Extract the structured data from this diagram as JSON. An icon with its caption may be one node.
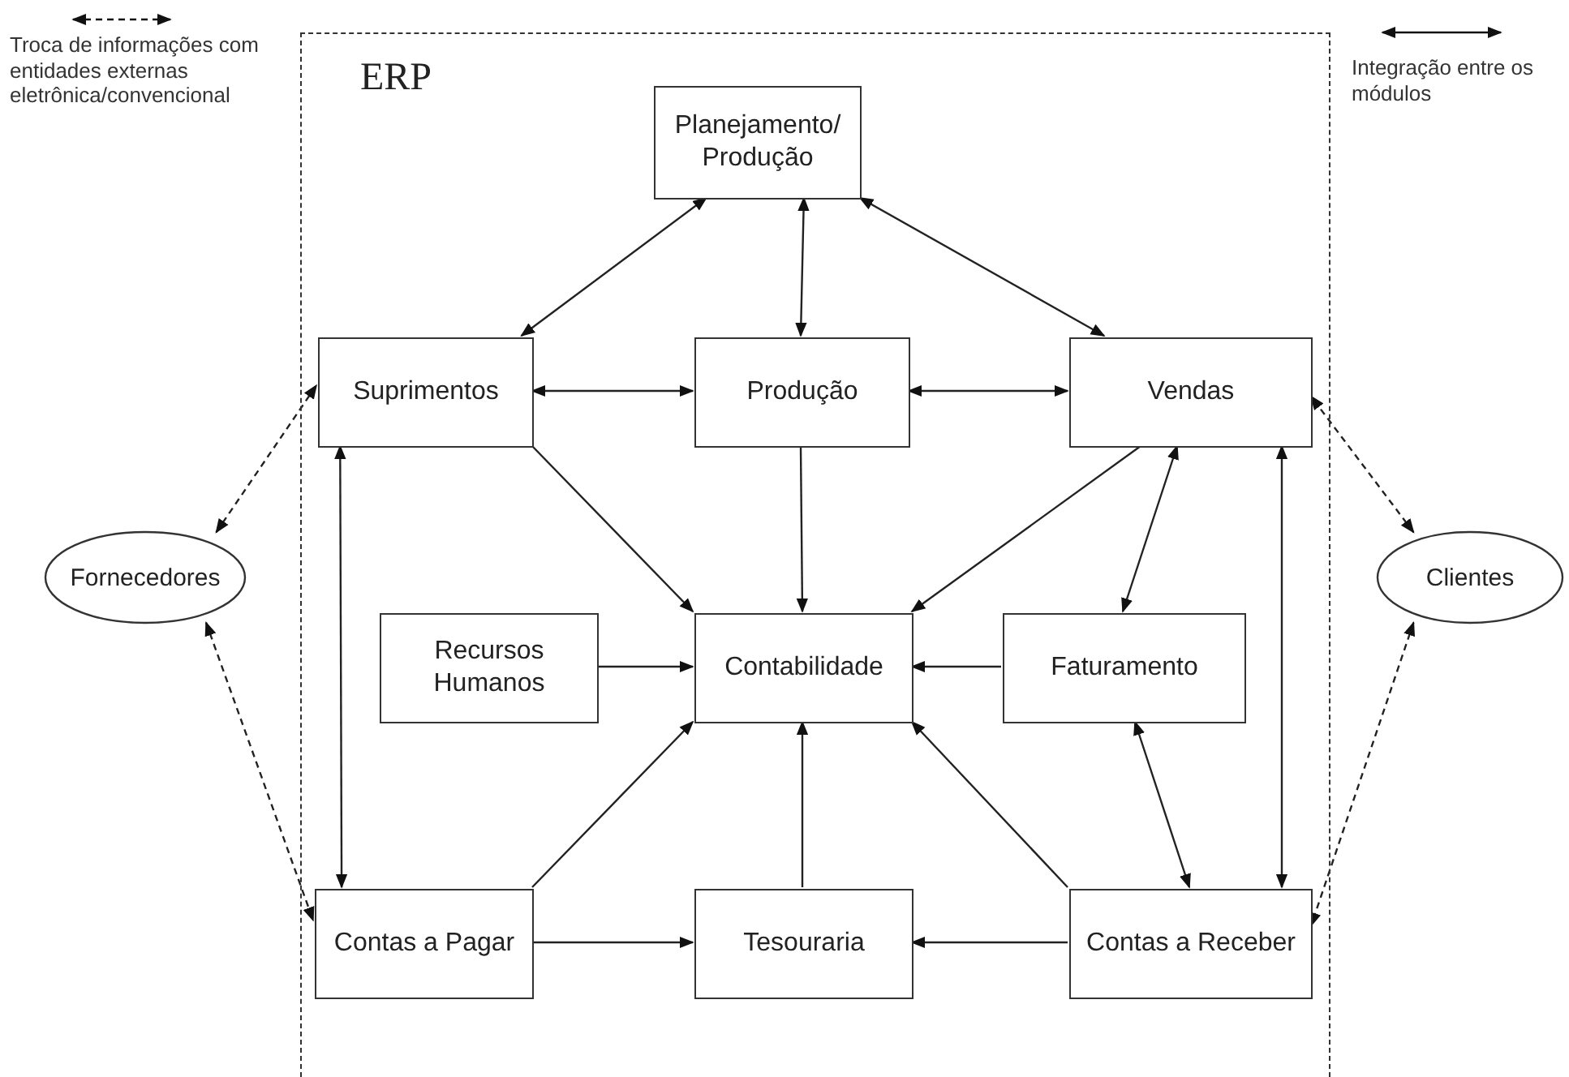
{
  "diagram": {
    "nodes": [
      {
        "text": [
          "ERP"
        ]
      },
      {
        "text": [
          "Planejamento/ Produção"
        ],
        "in": 0
      },
      {
        "text": [
          "Suprimentos"
        ],
        "in": 0
      },
      {
        "text": [
          "Produção"
        ],
        "in": 0
      },
      {
        "text": [
          "Vendas"
        ],
        "in": 0
      },
      {
        "text": [
          "Recursos Humanos"
        ],
        "in": 0
      },
      {
        "text": [
          "Contabilidade"
        ],
        "in": 0
      },
      {
        "text": [
          "Faturamento"
        ],
        "in": 0
      },
      {
        "text": [
          "Contas a Pagar"
        ],
        "in": 0
      },
      {
        "text": [
          "Tesouraria"
        ],
        "in": 0
      },
      {
        "text": [
          "Contas a Receber"
        ],
        "in": 0
      },
      {
        "text": [
          "Fornecedores"
        ]
      },
      {
        "text": [
          "Clientes"
        ]
      }
    ],
    "edges": [
      {
        "from": 1,
        "to": 2,
        "arrow": "both"
      },
      {
        "from": 1,
        "to": 3,
        "arrow": "both"
      },
      {
        "from": 1,
        "to": 4,
        "arrow": "both"
      },
      {
        "from": 2,
        "to": 3,
        "arrow": "both"
      },
      {
        "from": 3,
        "to": 4,
        "arrow": "both"
      },
      {
        "from": 2,
        "to": 6,
        "arrow": "to"
      },
      {
        "from": 3,
        "to": 6,
        "arrow": "to"
      },
      {
        "from": 4,
        "to": 6,
        "arrow": "to"
      },
      {
        "from": 5,
        "to": 6,
        "arrow": "to"
      },
      {
        "from": 7,
        "to": 6,
        "arrow": "to"
      },
      {
        "from": 4,
        "to": 7,
        "arrow": "both"
      },
      {
        "from": 2,
        "to": 8,
        "arrow": "both"
      },
      {
        "from": 4,
        "to": 10,
        "arrow": "both"
      },
      {
        "from": 7,
        "to": 10,
        "arrow": "both"
      },
      {
        "from": 8,
        "to": 6,
        "arrow": "to"
      },
      {
        "from": 9,
        "to": 6,
        "arrow": "to"
      },
      {
        "from": 10,
        "to": 6,
        "arrow": "to"
      },
      {
        "from": 8,
        "to": 9,
        "arrow": "to"
      },
      {
        "from": 10,
        "to": 9,
        "arrow": "to"
      },
      {
        "from": 11,
        "to": 2,
        "arrow": "both",
        "style": "dashed"
      },
      {
        "from": 11,
        "to": 8,
        "arrow": "both",
        "style": "dashed"
      },
      {
        "from": 12,
        "to": 4,
        "arrow": "both",
        "style": "dashed"
      },
      {
        "from": 12,
        "to": 10,
        "arrow": "both",
        "style": "dashed"
      }
    ],
    "legend": [
      {
        "text": "Troca de informações com entidades externas eletrônica/convencional"
      },
      {
        "text": "Integração entre os módulos"
      }
    ]
  }
}
